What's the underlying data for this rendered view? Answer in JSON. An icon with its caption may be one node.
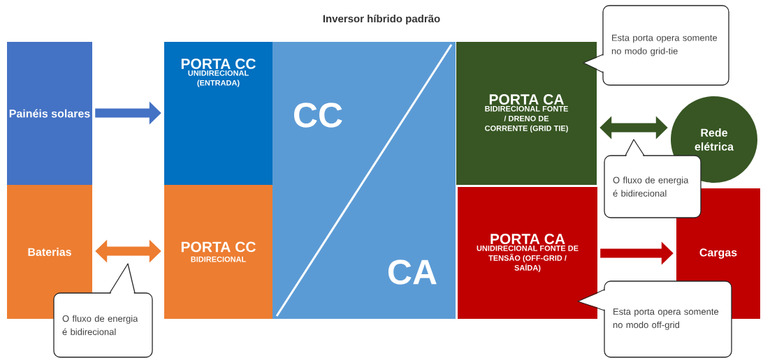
{
  "diagram": {
    "title": "Inversor híbrido padrão",
    "nodes": [
      {
        "text": [
          "Painéis solares"
        ]
      },
      {
        "text": [
          "Baterias"
        ]
      },
      {
        "text": [
          "PORTA CC",
          "UNIDIRECIONAL (ENTRADA)"
        ]
      },
      {
        "text": [
          "PORTA CC",
          "BIDIRECIONAL"
        ]
      },
      {
        "text": [
          "CC",
          "CA"
        ]
      },
      {
        "text": [
          "PORTA CA",
          "BIDIRECIONAL FONTE / DRENO DE CORRENTE (GRID TIE)"
        ]
      },
      {
        "text": [
          "PORTA CA",
          "UNIDIRECIONAL FONTE DE TENSÃO (OFF-GRID / SAÍDA)"
        ]
      },
      {
        "text": [
          "Rede elétrica"
        ]
      },
      {
        "text": [
          "Cargas"
        ]
      },
      {
        "text": [
          "O fluxo de energia é bidirecional"
        ]
      },
      {
        "text": [
          "Esta porta opera somente no modo grid-tie"
        ]
      },
      {
        "text": [
          "O fluxo de energia é bidirecional"
        ]
      },
      {
        "text": [
          "Esta porta opera somente no modo off-grid"
        ]
      }
    ],
    "edges": [
      {
        "from": 0,
        "to": 2,
        "arrow": "to",
        "color": "#4472c4"
      },
      {
        "from": 1,
        "to": 3,
        "arrow": "both",
        "color": "#ed7d31"
      },
      {
        "from": 5,
        "to": 7,
        "arrow": "both",
        "color": "#375623"
      },
      {
        "from": 6,
        "to": 8,
        "arrow": "to",
        "color": "#c00000"
      }
    ]
  }
}
